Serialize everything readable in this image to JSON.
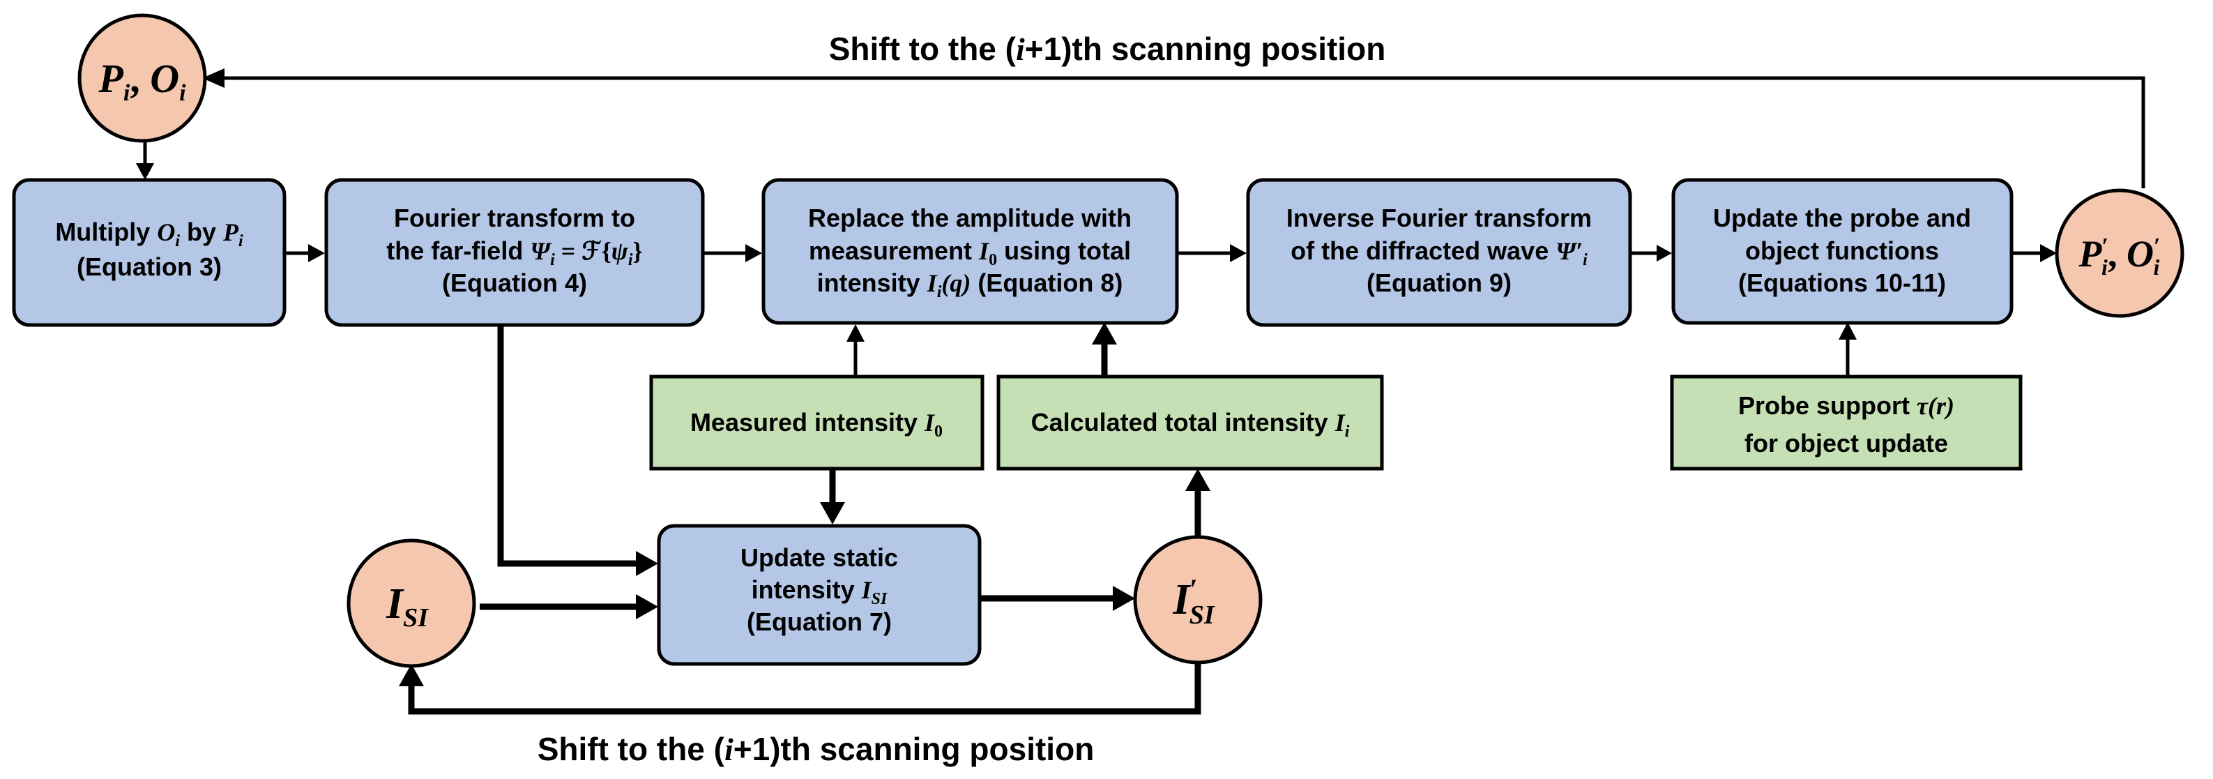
{
  "colors": {
    "process_fill": "#b4c7e7",
    "input_fill": "#c5e0b4",
    "node_fill": "#f4c7ae",
    "stroke": "#000000"
  },
  "loop_labels": {
    "top": {
      "pre": "Shift to the (",
      "var": "i",
      "post": "+1)th scanning position"
    },
    "bottom": {
      "pre": "Shift to the (",
      "var": "i",
      "post": "+1)th scanning position"
    }
  },
  "nodes": {
    "pi_oi": {
      "p": "P",
      "sub1": "i",
      "sep": ", ",
      "o": "O",
      "sub2": "i"
    },
    "pi_oi_prime": {
      "p": "P",
      "sup1": "′",
      "sub1": "i",
      "sep": ", ",
      "o": "O",
      "sup2": "′",
      "sub2": "i"
    },
    "isi": {
      "main": "I",
      "sub": "SI"
    },
    "isi_prime": {
      "main": "I",
      "sup": "′",
      "sub": "SI"
    }
  },
  "boxes": {
    "multiply": {
      "pre": "Multiply ",
      "o": "O",
      "o_sub": "i",
      "mid": " by ",
      "p": "P",
      "p_sub": "i",
      "line2": "(Equation 3)"
    },
    "fourier": {
      "line1": "Fourier transform to",
      "line2_pre": "the far-field ",
      "psi": "Ψ",
      "psi_sub": "i",
      "eq": " = ",
      "F": "ℱ",
      "lb": "{",
      "psi_small": "ψ",
      "psi_small_sub": "i",
      "rb": "}",
      "line3": "(Equation 4)"
    },
    "replace": {
      "line1": "Replace the amplitude with",
      "line2_pre": "measurement ",
      "I": "I",
      "I_sub": "0",
      "line2_post": " using total",
      "line3_pre": "intensity ",
      "Ii": "I",
      "Ii_sub": "i",
      "q": "(q)",
      "line3_post": " (Equation 8)"
    },
    "inverse": {
      "line1": "Inverse Fourier transform",
      "line2_pre": "of the diffracted wave ",
      "psi": "Ψ′",
      "psi_sub": "i",
      "line3": "(Equation 9)"
    },
    "update_po": {
      "line1": "Update the probe and",
      "line2": "object functions",
      "line3": "(Equations 10-11)"
    },
    "update_static": {
      "line1": "Update static",
      "line2_pre": "intensity ",
      "I": "I",
      "I_sub": "SI",
      "line3": "(Equation 7)"
    }
  },
  "inputs": {
    "measured": {
      "pre": "Measured intensity ",
      "I": "I",
      "I_sub": "0"
    },
    "calculated": {
      "pre": "Calculated total intensity ",
      "I": "I",
      "I_sub": "i"
    },
    "probe_support": {
      "line1_pre": "Probe support ",
      "tau": "τ(r)",
      "line2": "for object update"
    }
  }
}
